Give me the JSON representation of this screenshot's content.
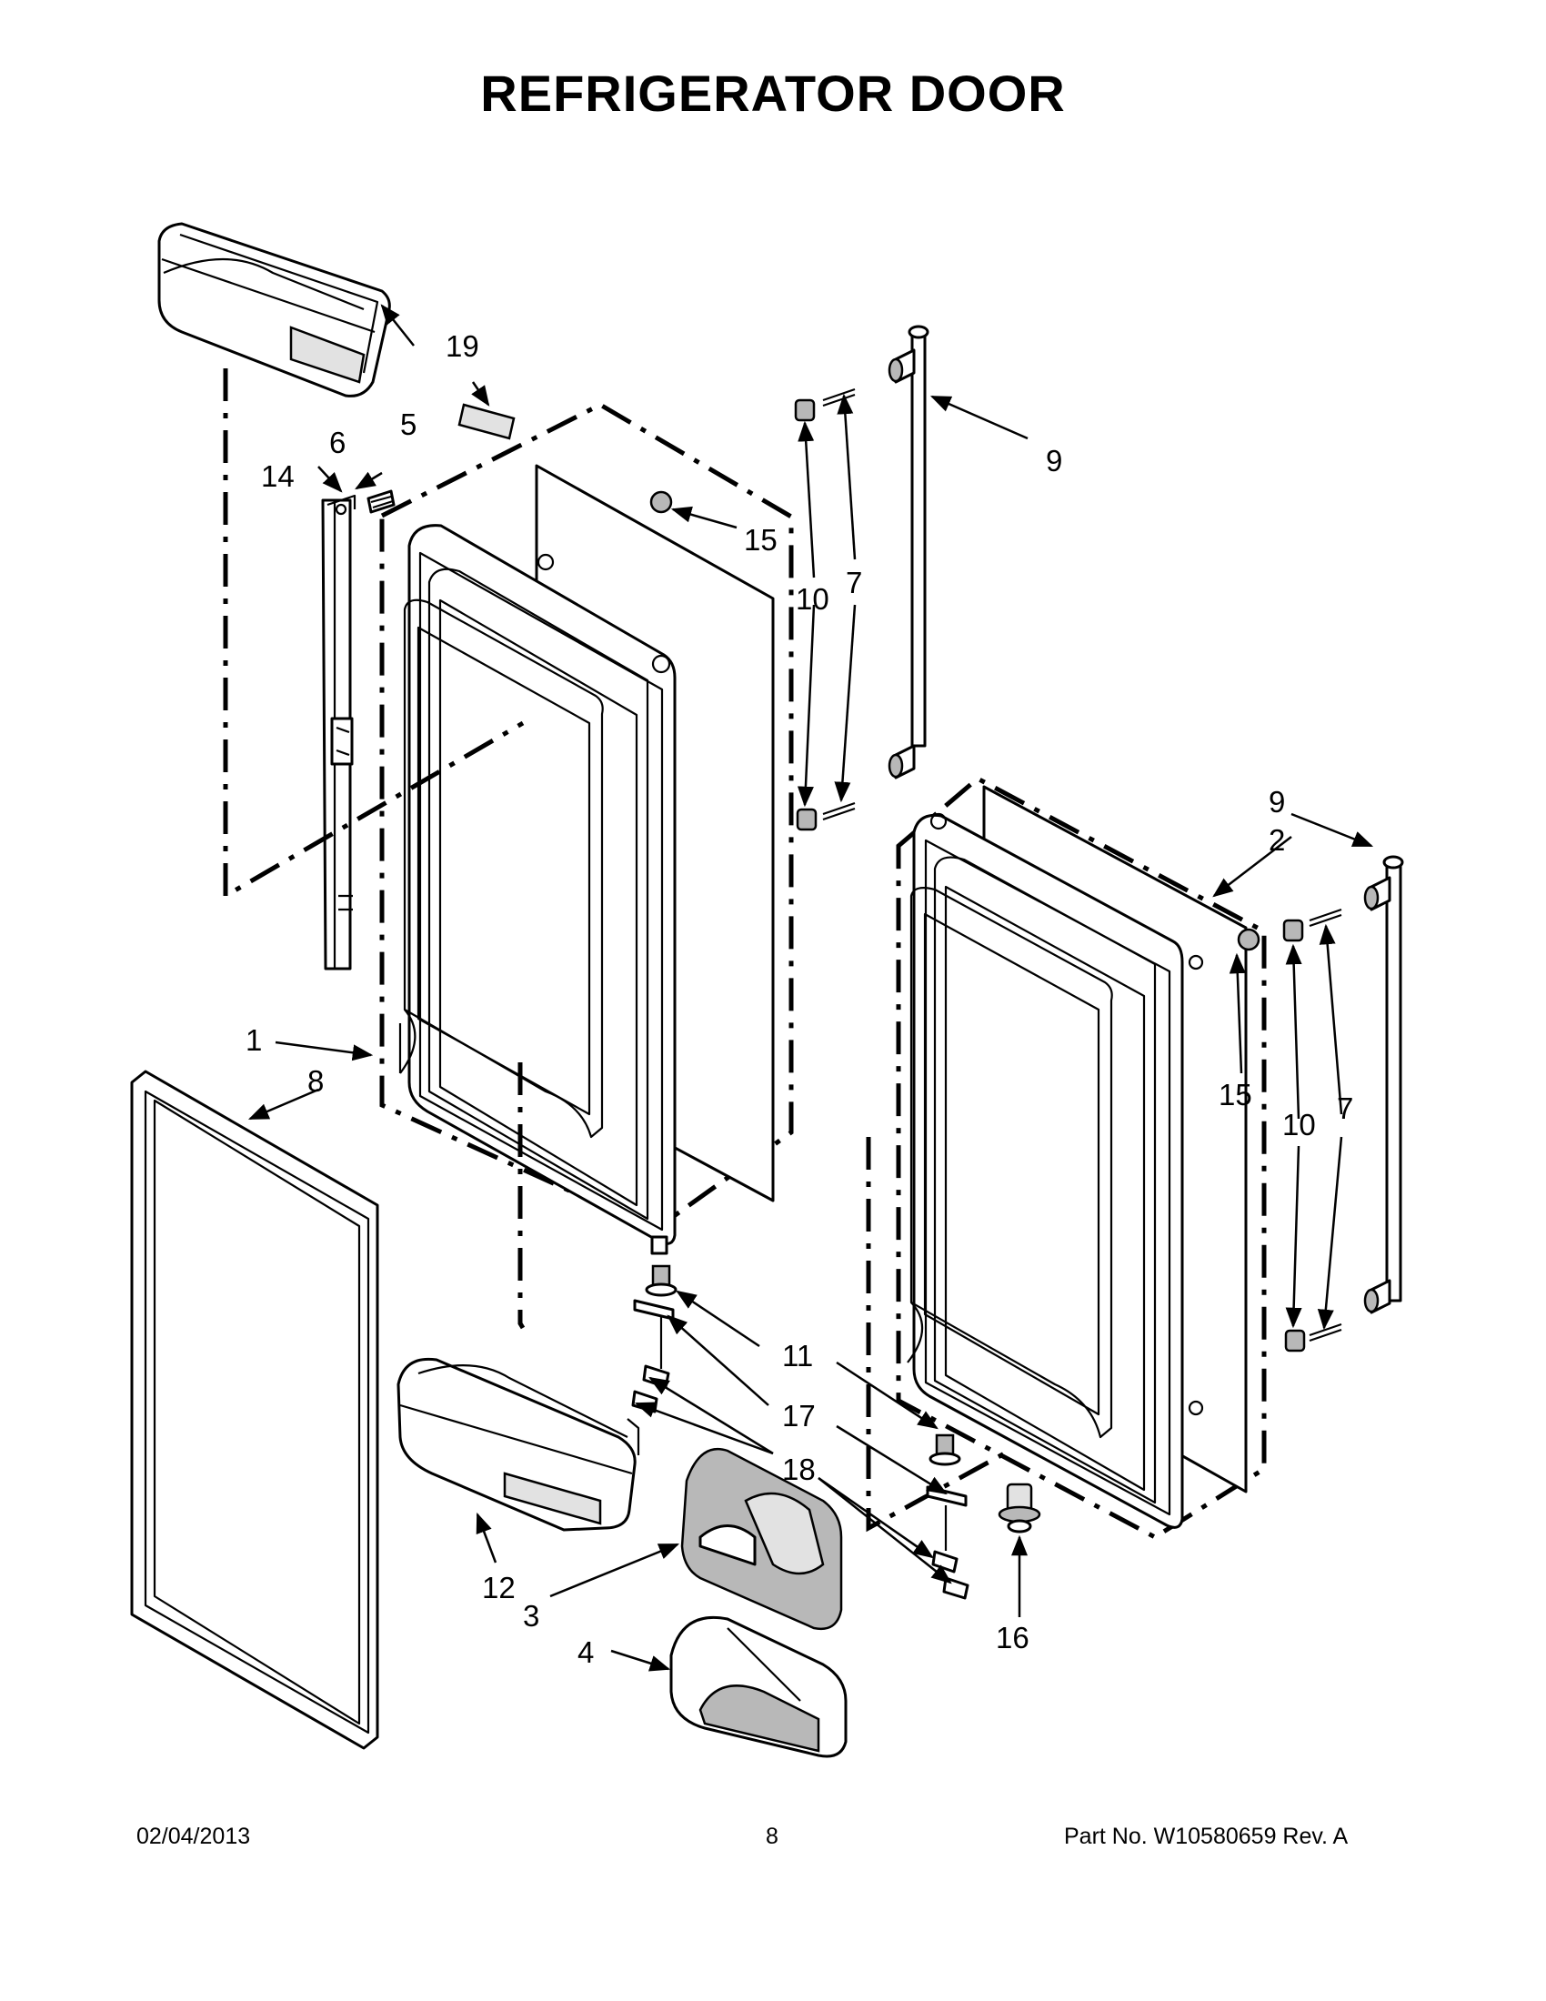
{
  "title": "REFRIGERATOR DOOR",
  "footer": {
    "date": "02/04/2013",
    "page": "8",
    "part_no": "Part No.  W10580659  Rev.  A"
  },
  "callouts": [
    "1",
    "2",
    "3",
    "4",
    "5",
    "6",
    "7",
    "8",
    "9",
    "10",
    "11",
    "12",
    "14",
    "15",
    "16",
    "17",
    "18",
    "19"
  ],
  "diagram_labels": {
    "c1": "1",
    "c2": "2",
    "c3": "3",
    "c4": "4",
    "c5": "5",
    "c6": "6",
    "c7a": "7",
    "c7b": "7",
    "c8": "8",
    "c9a": "9",
    "c9b": "9",
    "c10a": "10",
    "c10b": "10",
    "c11": "11",
    "c12": "12",
    "c14": "14",
    "c15a": "15",
    "c15b": "15",
    "c16": "16",
    "c17": "17",
    "c18": "18",
    "c19": "19"
  }
}
